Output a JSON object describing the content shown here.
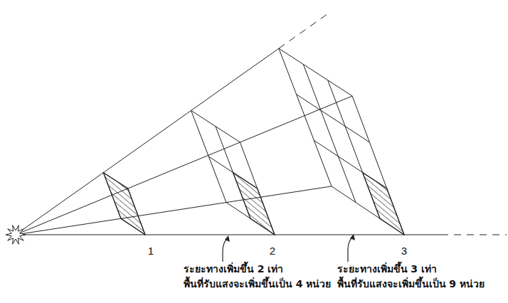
{
  "diagram": {
    "labels": [
      "1",
      "2",
      "3",
      "ระยะทางเพิ่มขึ้น 2 เท่า",
      "พื้นที่รับแสงจะเพิ่มขึ้นเป็น 4 หน่วย",
      "ระยะทางเพิ่มขึ้น 3 เท่า",
      "พื้นที่รับแสงจะเพิ่มขึ้นเป็น 9 หน่วย"
    ]
  }
}
